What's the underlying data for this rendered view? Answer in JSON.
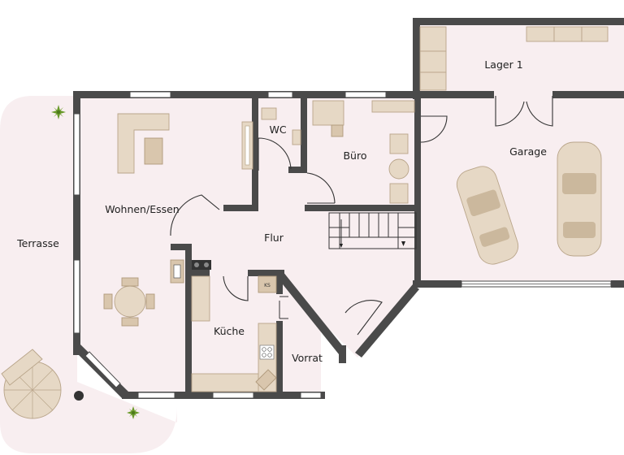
{
  "rooms": {
    "lager": "Lager 1",
    "garage": "Garage",
    "wc": "WC",
    "buero": "Büro",
    "wohnen": "Wohnen/Essen",
    "flur": "Flur",
    "terrasse": "Terrasse",
    "kueche": "Küche",
    "vorrat": "Vorrat"
  },
  "appliances": {
    "ks": "KS"
  },
  "colors": {
    "floor": "#f8eef0",
    "wall": "#4a4a4a",
    "furniture": "#e6d8c5",
    "plant": "#6a9a2a"
  }
}
